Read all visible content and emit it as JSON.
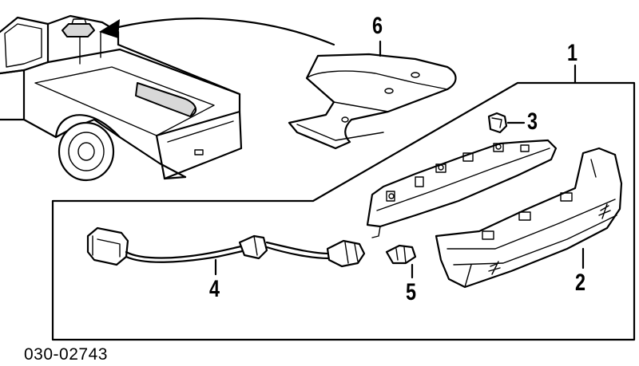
{
  "callouts": [
    {
      "id": "1",
      "label": "1"
    },
    {
      "id": "2",
      "label": "2"
    },
    {
      "id": "3",
      "label": "3"
    },
    {
      "id": "4",
      "label": "4"
    },
    {
      "id": "5",
      "label": "5"
    },
    {
      "id": "6",
      "label": "6"
    }
  ],
  "reference_code": "030-02743",
  "colors": {
    "line": "#000000",
    "background": "#ffffff"
  }
}
